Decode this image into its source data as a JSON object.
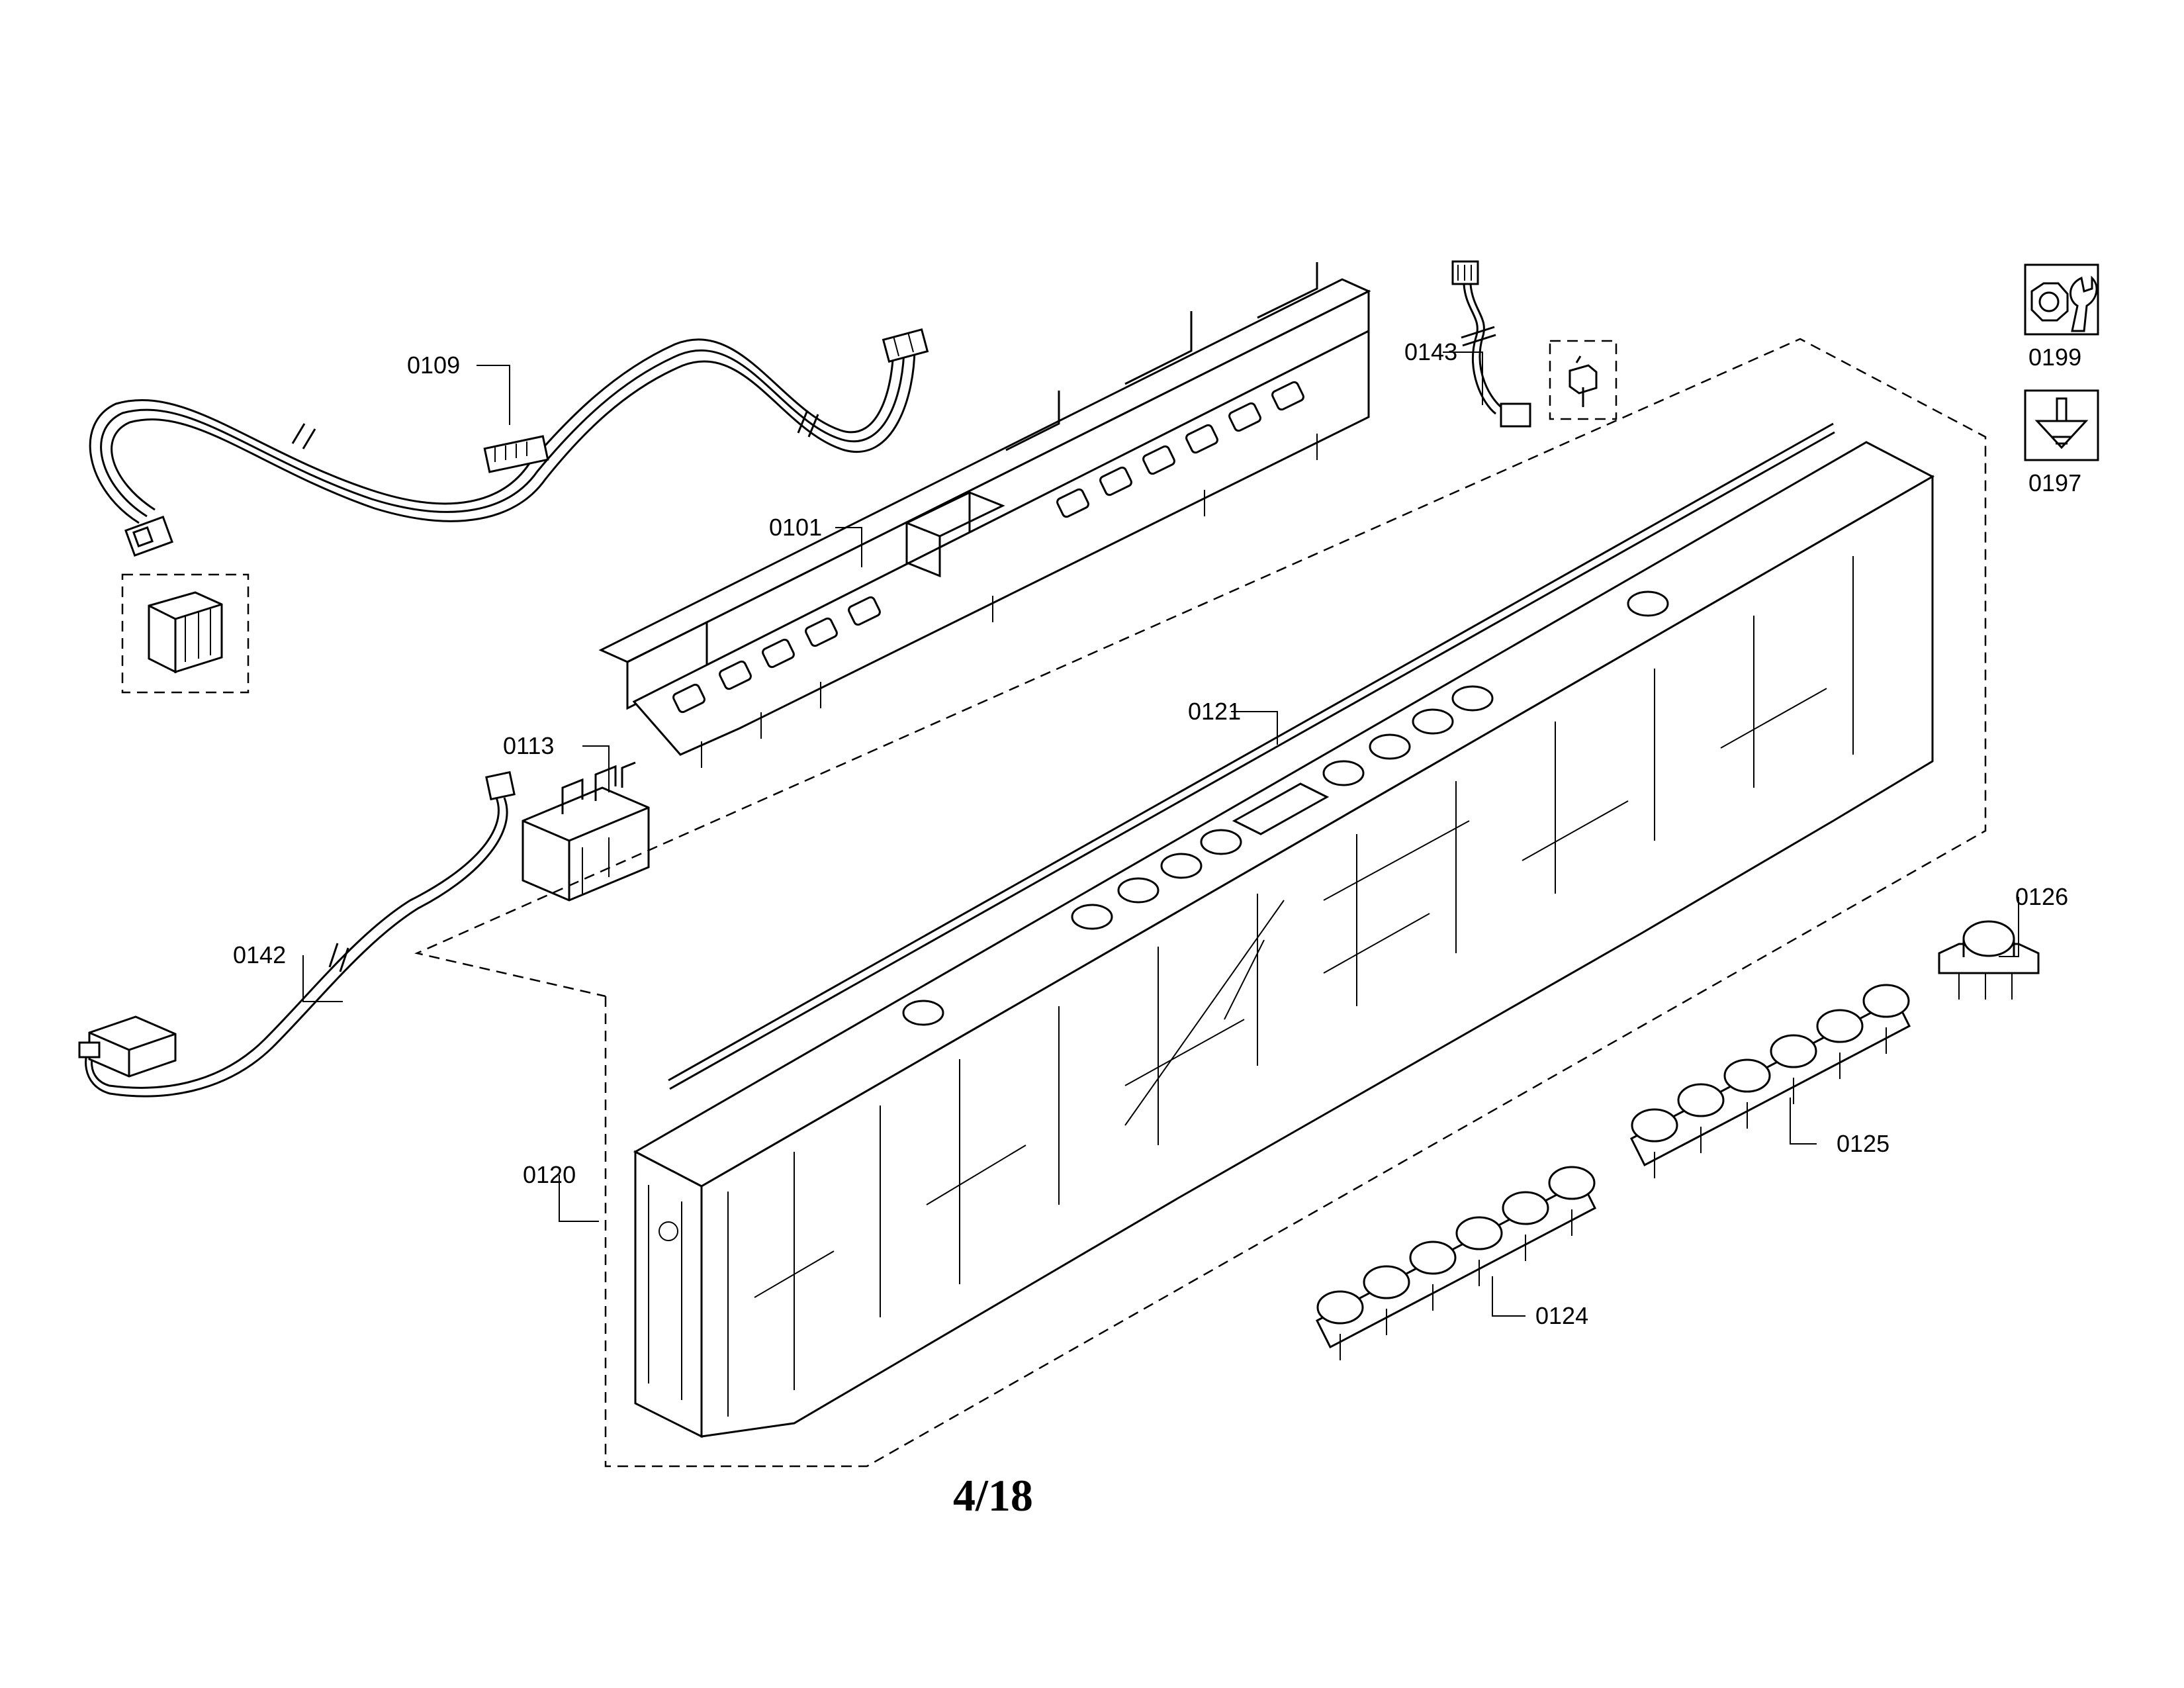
{
  "parts": {
    "p0109": "0109",
    "p0143": "0143",
    "p0199": "0199",
    "p0197": "0197",
    "p0101": "0101",
    "p0121": "0121",
    "p0113": "0113",
    "p0126": "0126",
    "p0142": "0142",
    "p0125": "0125",
    "p0120": "0120",
    "p0124": "0124"
  },
  "page_number": "4/18",
  "icons": {
    "service_tool": "wrench-nut-icon",
    "fastener": "screw-icon"
  }
}
